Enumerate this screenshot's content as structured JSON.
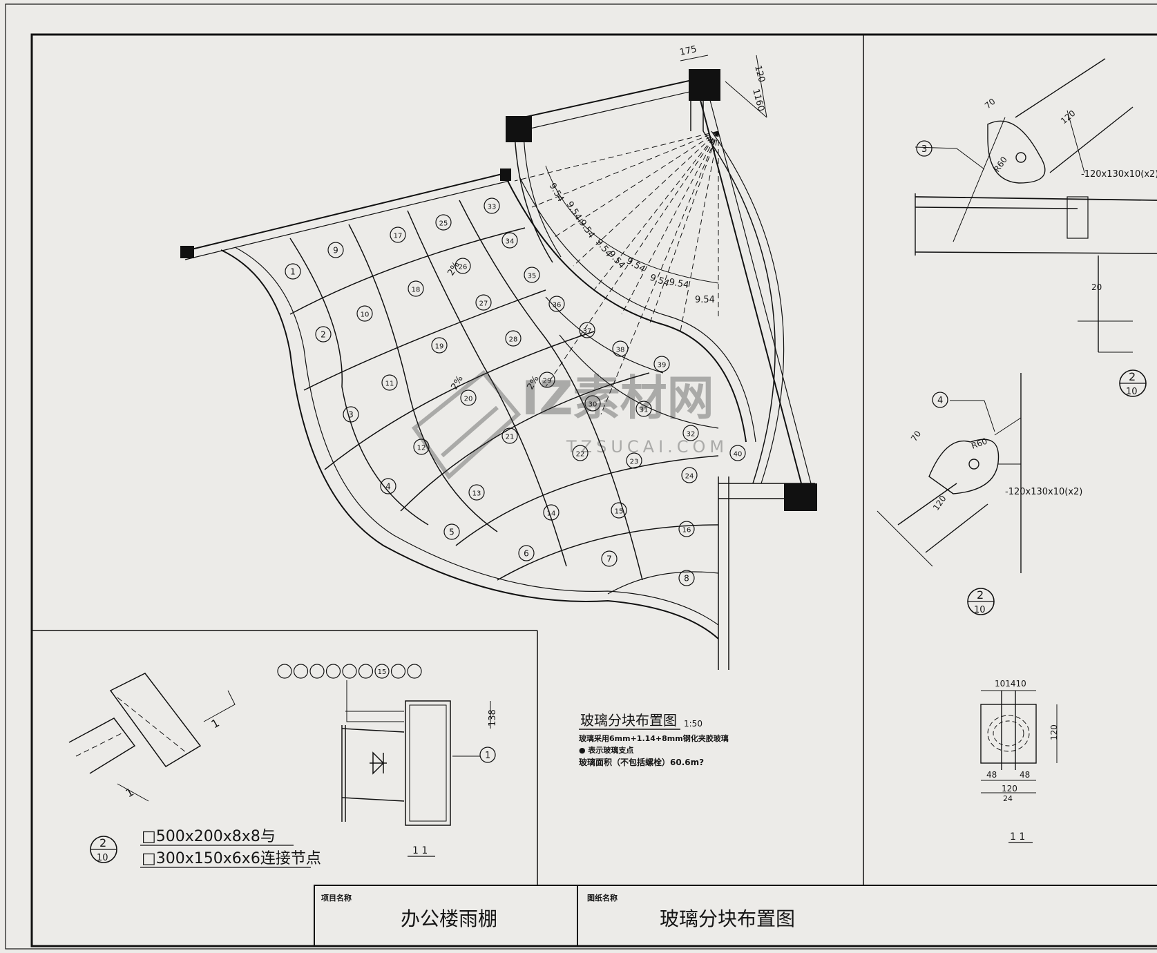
{
  "title_block": {
    "project_label": "项目名称",
    "project_name": "办公楼雨棚",
    "drawing_label": "图纸名称",
    "drawing_name": "玻璃分块布置图"
  },
  "plan": {
    "title": "玻璃分块布置图",
    "scale": "1:50",
    "notes": [
      "玻璃采用6mm+1.14+8mm钢化夹胶玻璃",
      "● 表示玻璃支点",
      "玻璃面积（不包括螺栓）60.6m?"
    ],
    "dims_top": [
      "175",
      "120",
      "1160"
    ],
    "radial_dim": "9.54",
    "slope_labels": [
      "2%",
      "2%",
      "2%"
    ],
    "panels": [
      "1",
      "2",
      "3",
      "4",
      "5",
      "6",
      "7",
      "8",
      "9",
      "10",
      "11",
      "12",
      "13",
      "14",
      "15",
      "16",
      "17",
      "18",
      "19",
      "20",
      "21",
      "22",
      "23",
      "24",
      "25",
      "26",
      "27",
      "28",
      "29",
      "30",
      "31",
      "32",
      "33",
      "34",
      "35",
      "36",
      "37",
      "38",
      "39",
      "40"
    ]
  },
  "detail_joint": {
    "callout_num": "2",
    "callout_sheet": "10",
    "section_mark": "1",
    "line1": "□500x200x8x8与",
    "line2": "□300x150x6x6连接节点"
  },
  "detail_section": {
    "member_ref": "1",
    "dim_height": "138",
    "circle_label": "15",
    "section_title": "1  1"
  },
  "detail_upper": {
    "ref": "3",
    "radius": "R60",
    "plate": "-120x130x10(x2)",
    "dims": [
      "70",
      "120",
      "20"
    ],
    "callout_num": "2",
    "callout_sheet": "10"
  },
  "detail_lower": {
    "ref": "4",
    "radius": "R60",
    "plate": "-120x130x10(x2)",
    "dims": [
      "70",
      "120"
    ],
    "callout_num": "2",
    "callout_sheet": "10"
  },
  "detail_plate": {
    "dims_top": "101410",
    "dim_side": "120",
    "dims_bottom": [
      "48",
      "48"
    ],
    "dim_total": "120",
    "dim_sub": "24",
    "section_title": "1  1"
  },
  "watermark": {
    "brand": "IZ素材网",
    "url": "TZSUCAI.COM"
  }
}
